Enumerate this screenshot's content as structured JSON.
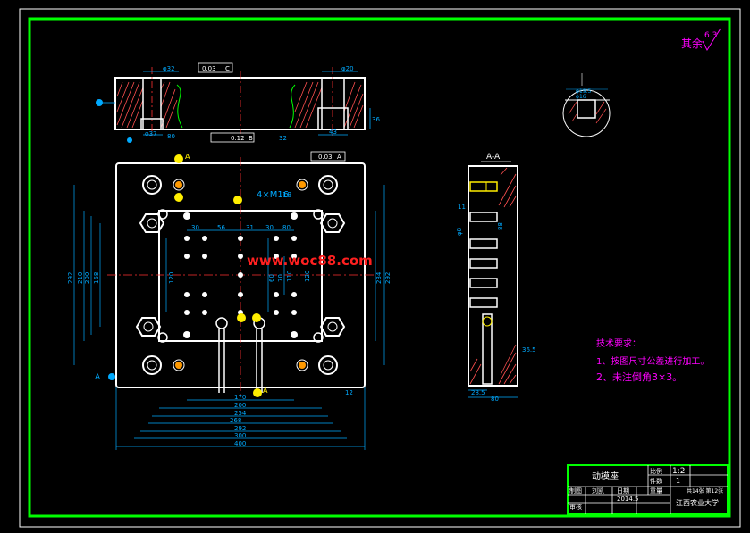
{
  "drawing": {
    "roughness": "其余",
    "roughness_value": "6.3",
    "section_label": "A-A",
    "watermark": "www.woc88.com",
    "hole_note": "4×M16",
    "hole_depth": "18",
    "datum_a": "A",
    "datum_b": "B"
  },
  "dims": {
    "top": {
      "flatness": "0.03",
      "datum_c": "C",
      "d32": "φ32",
      "d20": "φ20",
      "d37": "φ37",
      "w43": "43",
      "h36": "36",
      "h80": "80",
      "par": "0.12",
      "par_ref": "B",
      "r32": "32"
    },
    "plan": {
      "perp": "0.03",
      "perp_ref": "A",
      "bottom": [
        "170",
        "200",
        "254",
        "268",
        "292",
        "300",
        "400"
      ],
      "top_row": [
        "30",
        "56",
        "31",
        "30",
        "80"
      ],
      "left": [
        "292",
        "210",
        "200",
        "168",
        "120"
      ],
      "right": [
        "234",
        "292"
      ],
      "inner": [
        "60",
        "70",
        "110",
        "120"
      ],
      "r12": "12"
    },
    "section": {
      "d11": "11",
      "d8": "φ8",
      "w88": "88",
      "w5": "36.5",
      "w28": "28.5",
      "w80": "80"
    },
    "detail": {
      "d1": "φ19.5",
      "d2": "φ16"
    }
  },
  "notes": {
    "title": "技术要求：",
    "line1": "1、按图尺寸公差进行加工。",
    "line2": "2、未注倒角3×3。"
  },
  "title_block": {
    "part_name": "动模座",
    "scale_label": "比例",
    "scale": "1:2",
    "qty_label": "件数",
    "qty": "1",
    "drawn_label": "制图",
    "drawn_name": "刘凯",
    "date_label": "日期",
    "date": "2014.5",
    "weight_label": "重量",
    "sheet": "共14张 第12张",
    "check_label": "审核",
    "school": "江西农业大学"
  }
}
